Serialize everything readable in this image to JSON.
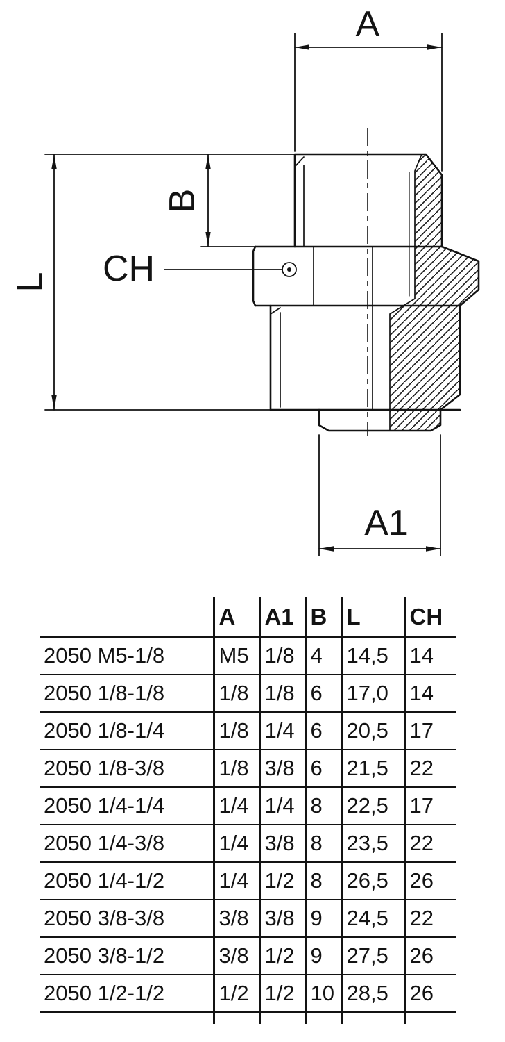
{
  "diagram": {
    "labels": {
      "a": "A",
      "a1": "A1",
      "b": "B",
      "l": "L",
      "ch": "CH"
    }
  },
  "table": {
    "headers": {
      "name": "",
      "a": "A",
      "a1": "A1",
      "b": "B",
      "l": "L",
      "ch": "CH"
    },
    "rows": [
      {
        "name": "2050 M5-1/8",
        "a": "M5",
        "a1": "1/8",
        "b": "4",
        "l": "14,5",
        "ch": "14"
      },
      {
        "name": "2050 1/8-1/8",
        "a": "1/8",
        "a1": "1/8",
        "b": "6",
        "l": "17,0",
        "ch": "14"
      },
      {
        "name": "2050 1/8-1/4",
        "a": "1/8",
        "a1": "1/4",
        "b": "6",
        "l": "20,5",
        "ch": "17"
      },
      {
        "name": "2050 1/8-3/8",
        "a": "1/8",
        "a1": "3/8",
        "b": "6",
        "l": "21,5",
        "ch": "22"
      },
      {
        "name": "2050 1/4-1/4",
        "a": "1/4",
        "a1": "1/4",
        "b": "8",
        "l": "22,5",
        "ch": "17"
      },
      {
        "name": "2050 1/4-3/8",
        "a": "1/4",
        "a1": "3/8",
        "b": "8",
        "l": "23,5",
        "ch": "22"
      },
      {
        "name": "2050 1/4-1/2",
        "a": "1/4",
        "a1": "1/2",
        "b": "8",
        "l": "26,5",
        "ch": "26"
      },
      {
        "name": "2050 3/8-3/8",
        "a": "3/8",
        "a1": "3/8",
        "b": "9",
        "l": "24,5",
        "ch": "22"
      },
      {
        "name": "2050 3/8-1/2",
        "a": "3/8",
        "a1": "1/2",
        "b": "9",
        "l": "27,5",
        "ch": "26"
      },
      {
        "name": "2050 1/2-1/2",
        "a": "1/2",
        "a1": "1/2",
        "b": "10",
        "l": "28,5",
        "ch": "26"
      }
    ]
  }
}
